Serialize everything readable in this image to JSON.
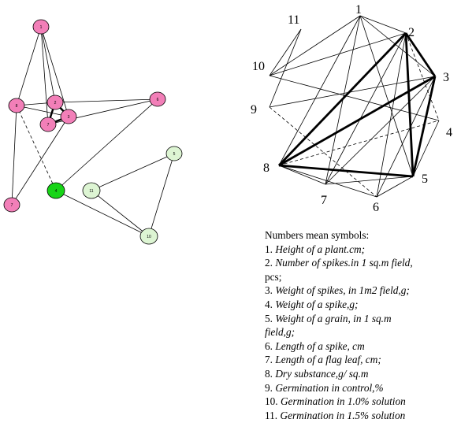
{
  "left_graph": {
    "nodes": [
      {
        "id": "1",
        "fill": "#f27fb8"
      },
      {
        "id": "8",
        "fill": "#f27fb8"
      },
      {
        "id": "2",
        "fill": "#f27fb8"
      },
      {
        "id": "7",
        "fill": "#f27fb8"
      },
      {
        "id": "3",
        "fill": "#f27fb8"
      },
      {
        "id": "6",
        "fill": "#f27fb8"
      },
      {
        "id": "5",
        "fill": "#ddf5d3"
      },
      {
        "id": "4",
        "fill": "#17d417"
      },
      {
        "id": "11",
        "fill": "#ddf5d3"
      },
      {
        "id": "10",
        "fill": "#ddf5d3"
      },
      {
        "id": "7b",
        "label": "7",
        "fill": "#f27fb8"
      }
    ]
  },
  "right_graph": {
    "labels": [
      "1",
      "2",
      "3",
      "4",
      "5",
      "6",
      "7",
      "8",
      "9",
      "10",
      "11"
    ]
  },
  "legend": {
    "heading": "Numbers mean symbols:",
    "items": [
      {
        "num": "1.",
        "text": "Height of a plant.cm;"
      },
      {
        "num": "2.",
        "text": "Number of spikes.in 1 sq.m  field,",
        "cont": "pcs;"
      },
      {
        "num": "3.",
        "text": "Weight of spikes, in 1m2 field,g;"
      },
      {
        "num": "4.",
        "text": "Weight of a spike,g;"
      },
      {
        "num": "5.",
        "text": "Weight of a grain, in 1 sq.m",
        "cont": "field,g;"
      },
      {
        "num": "6.",
        "text": "Length of a spike, cm"
      },
      {
        "num": "7.",
        "text": "Length of a flag leaf, cm;"
      },
      {
        "num": "8.",
        "text": "Dry substance,g/ sq.m"
      },
      {
        "num": "9.",
        "text": "Germination in control,%"
      },
      {
        "num": "10.",
        "text": "Germination in 1.0% solution"
      },
      {
        "num": "11.",
        "text": "Germination in 1.5% solution"
      }
    ]
  }
}
